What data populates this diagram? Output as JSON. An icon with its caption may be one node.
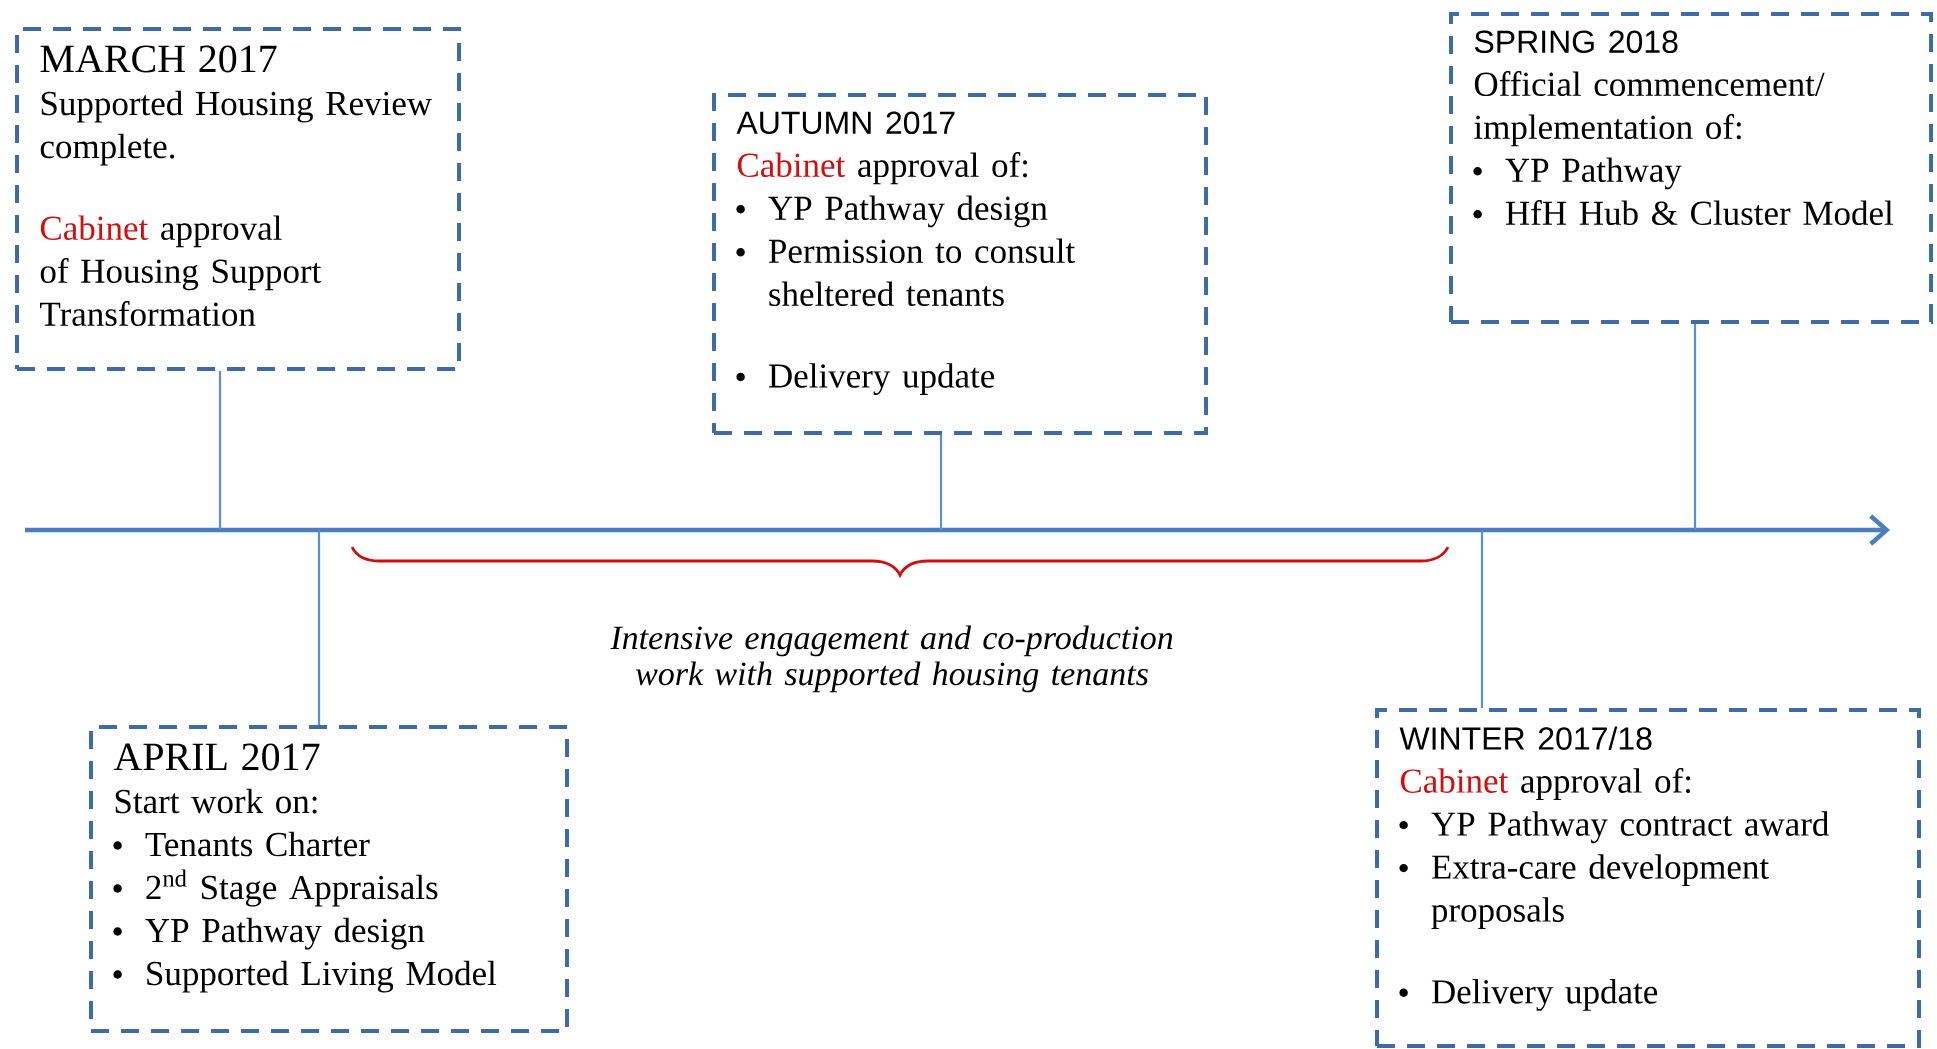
{
  "diagram": {
    "nodes": [
      {
        "text": [
          "MARCH 2017",
          "Supported Housing Review complete.",
          "Cabinet",
          "approval of Housing Support Transformation"
        ]
      },
      {
        "text": [
          "AUTUMN 2017",
          "Cabinet",
          "approval of:",
          "YP Pathway design",
          "Permission to consult sheltered tenants",
          "Delivery update"
        ]
      },
      {
        "text": [
          "SPRING 2018",
          "Official commencement/ implementation of:",
          "YP Pathway",
          "HfH Hub & Cluster Model"
        ]
      },
      {
        "text": [
          "APRIL 2017",
          "Start work on:",
          "Tenants Charter",
          "2$^{nd}$ Stage Appraisals",
          "YP Pathway design",
          "Supported Living Model"
        ]
      },
      {
        "text": [
          "WINTER 2017/18",
          "Cabinet",
          "approval of:",
          "YP Pathway contract award",
          "Extra-care development proposals",
          "Delivery update"
        ]
      }
    ],
    "edges": [
      {
        "from": 0,
        "to": null,
        "arrow": "none"
      },
      {
        "from": 1,
        "to": null,
        "arrow": "none"
      },
      {
        "from": 2,
        "to": null,
        "arrow": "none"
      },
      {
        "from": 3,
        "to": null,
        "arrow": "none"
      },
      {
        "from": 4,
        "to": null,
        "arrow": "none"
      }
    ],
    "labels": [
      "Intensive engagement and co-production work with supported housing tenants"
    ]
  }
}
